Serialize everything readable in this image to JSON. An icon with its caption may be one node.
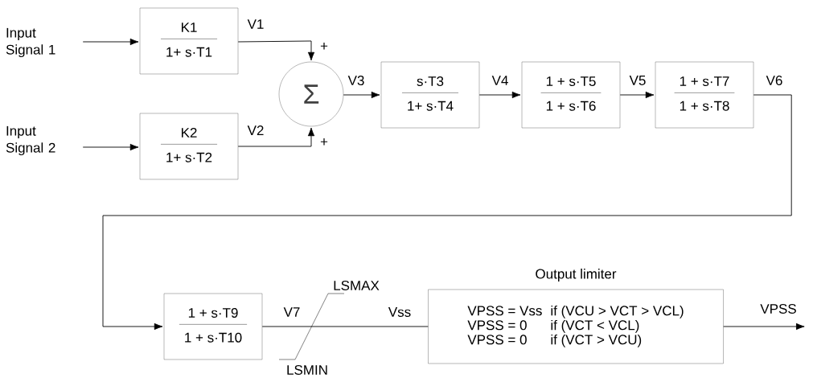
{
  "diagram": {
    "nodes": [
      {
        "text": [
          "Input Signal 1"
        ]
      },
      {
        "text": [
          "K1",
          "1+ s·T1"
        ]
      },
      {
        "text": [
          "Input Signal 2"
        ]
      },
      {
        "text": [
          "K2",
          "1+ s·T2"
        ]
      },
      {
        "text": [
          "Σ"
        ]
      },
      {
        "text": [
          "s·T3",
          "1+ s·T4"
        ]
      },
      {
        "text": [
          "1 + s·T5",
          "1 + s·T6"
        ]
      },
      {
        "text": [
          "1 + s·T7",
          "1 + s·T8"
        ]
      },
      {
        "text": [
          "1 + s·T9",
          "1 + s·T10"
        ]
      },
      {
        "text": [
          "Output limiter",
          "VPSS = Vss",
          "if (VCU > VCT > VCL)",
          "VPSS = 0",
          "if (VCT < VCL)",
          "VPSS = 0",
          "if (VCT > VCU)"
        ]
      }
    ],
    "edges": [
      {
        "from": 0,
        "to": 1,
        "arrow": "to"
      },
      {
        "from": 1,
        "to": 4,
        "arrow": "to",
        "label": "V1"
      },
      {
        "from": 2,
        "to": 3,
        "arrow": "to"
      },
      {
        "from": 3,
        "to": 4,
        "arrow": "to",
        "label": "V2"
      },
      {
        "from": 4,
        "to": 5,
        "arrow": "to",
        "label": "V3"
      },
      {
        "from": 5,
        "to": 6,
        "arrow": "to",
        "label": "V4"
      },
      {
        "from": 6,
        "to": 7,
        "arrow": "to",
        "label": "V5"
      },
      {
        "from": 7,
        "to": 8,
        "arrow": "to",
        "label": "V6"
      },
      {
        "from": 8,
        "to": 9,
        "arrow": "none",
        "label": "V7"
      },
      {
        "from": 9,
        "to": null,
        "arrow": "to",
        "label": "VPSS"
      }
    ],
    "labels": [
      "+",
      "+",
      "LSMAX",
      "Vss",
      "LSMIN"
    ]
  }
}
